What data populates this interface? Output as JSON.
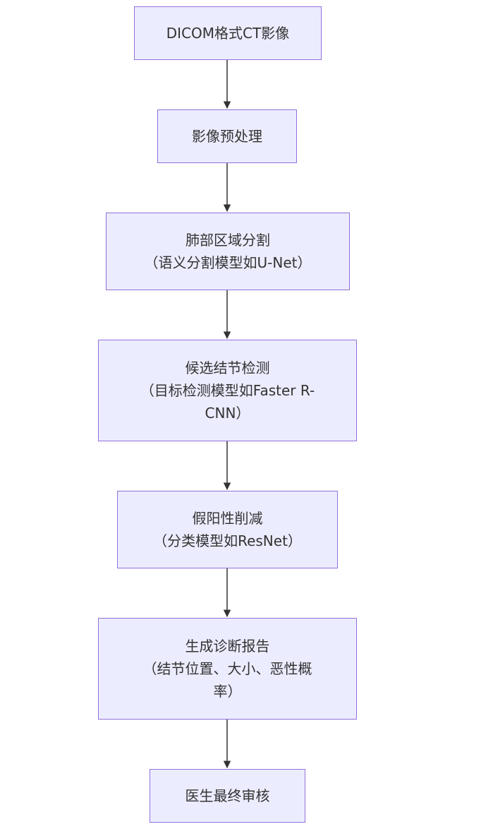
{
  "diagram": {
    "nodes": [
      {
        "id": "n1",
        "lines": [
          "DICOM格式CT影像"
        ]
      },
      {
        "id": "n2",
        "lines": [
          "影像预处理"
        ]
      },
      {
        "id": "n3",
        "lines": [
          "肺部区域分割",
          "（语义分割模型如U-Net）"
        ]
      },
      {
        "id": "n4",
        "lines": [
          "候选结节检测",
          "（目标检测模型如Faster R-",
          "CNN）"
        ]
      },
      {
        "id": "n5",
        "lines": [
          "假阳性削减",
          "（分类模型如ResNet）"
        ]
      },
      {
        "id": "n6",
        "lines": [
          "生成诊断报告",
          "（结节位置、大小、恶性概",
          "率）"
        ]
      },
      {
        "id": "n7",
        "lines": [
          "医生最终审核"
        ]
      }
    ],
    "edges": [
      {
        "from": "n1",
        "to": "n2"
      },
      {
        "from": "n2",
        "to": "n3"
      },
      {
        "from": "n3",
        "to": "n4"
      },
      {
        "from": "n4",
        "to": "n5"
      },
      {
        "from": "n5",
        "to": "n6"
      },
      {
        "from": "n6",
        "to": "n7"
      }
    ],
    "colors": {
      "node_fill": "#ececff",
      "node_border": "#9370db",
      "text": "#333333",
      "edge": "#333333"
    }
  }
}
